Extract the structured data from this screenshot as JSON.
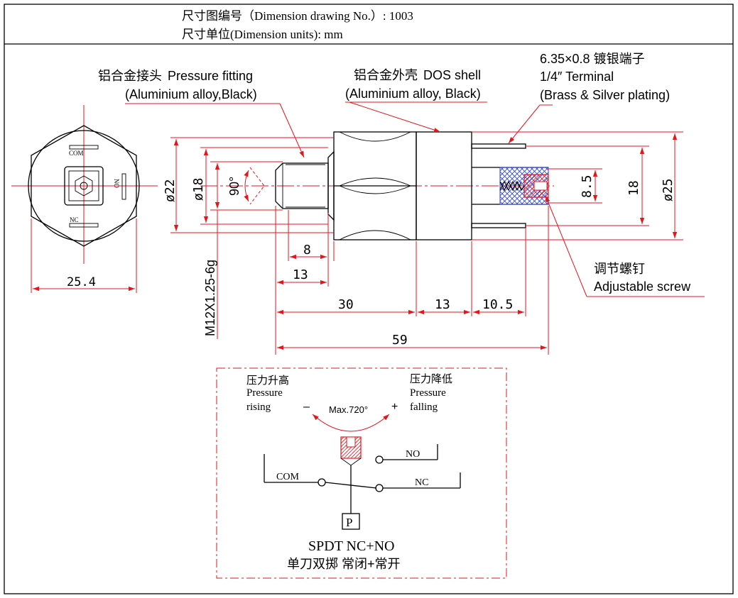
{
  "header": {
    "line1": "尺寸图编号（Dimension drawing No.）: 1003",
    "line2": "尺寸单位(Dimension units): mm"
  },
  "labels": {
    "fitting_cn": "铝合金接头",
    "fitting_en": "Pressure fitting",
    "fitting_sub": "(Aluminium alloy,Black)",
    "shell_cn": "铝合金外壳",
    "shell_en": "DOS shell",
    "shell_sub": "(Aluminium alloy, Black)",
    "terminal_1": "6.35×0.8 镀银端子",
    "terminal_2": "1/4″ Terminal",
    "terminal_3": "(Brass & Silver plating)",
    "screw_cn": "调节螺钉",
    "screw_en": "Adjustable screw",
    "thread": "M12X1.25-6g",
    "angle": "90°"
  },
  "face_view": {
    "com": "COM",
    "no": "NO",
    "nc": "NC",
    "width": "25.4"
  },
  "dimensions": {
    "d22": "ø22",
    "d18": "ø18",
    "d25": "ø25",
    "h18": "18",
    "h85": "8.5",
    "len8": "8",
    "len13a": "13",
    "len30": "30",
    "len13b": "13",
    "len105": "10.5",
    "len59": "59"
  },
  "schematic": {
    "rise_cn": "压力升高",
    "rise_en1": "Pressure",
    "rise_en2": "rising",
    "fall_cn": "压力降低",
    "fall_en1": "Pressure",
    "fall_en2": "falling",
    "minus": "–",
    "plus": "+",
    "max": "Max.720°",
    "no": "NO",
    "nc": "NC",
    "com": "COM",
    "p": "P",
    "type_en": "SPDT NC+NO",
    "type_cn": "单刀双掷 常闭+常开"
  },
  "colors": {
    "dimension": "#e8141b",
    "hatch": "#2a3fd6",
    "outline": "#000000"
  }
}
